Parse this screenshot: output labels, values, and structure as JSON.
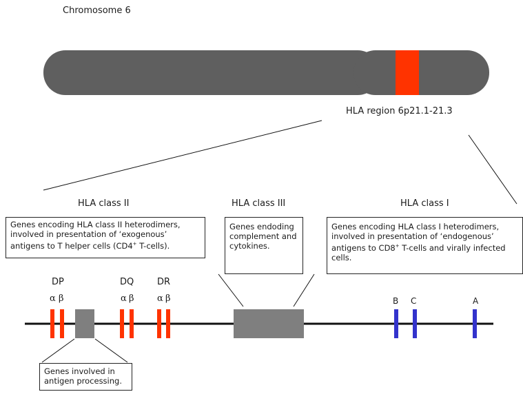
{
  "colors": {
    "chromosome": "#5f5f5f",
    "hla_band": "#ff3300",
    "class_ii_genes": "#ff3300",
    "class_i_genes": "#3333cc",
    "gray_block": "#7f7f7f",
    "line": "#111111"
  },
  "chromosome_label": "Chromosome 6",
  "hla_region_label": "HLA region 6p21.1-21.3",
  "class_headings": {
    "class_ii": "HLA class II",
    "class_iii": "HLA class III",
    "class_i": "HLA class I"
  },
  "boxes": {
    "class_ii": {
      "line1": "Genes encoding HLA class II heterodimers,",
      "line2": "involved in presentation of ‘exogenous’",
      "line3_pre": "antigens to T helper cells (CD4",
      "line3_sup": "+",
      "line3_post": " T-cells)."
    },
    "class_iii": {
      "line1": "Genes endoding",
      "line2": "complement and",
      "line3": "cytokines."
    },
    "class_i": {
      "line1": "Genes encoding HLA class I heterodimers,",
      "line2": "involved in presentation of ‘endogenous’",
      "line3_pre": "antigens to CD8",
      "line3_sup": "+",
      "line3_post": " T-cells and virally infected",
      "line4": "cells."
    },
    "processing": {
      "line1": "Genes involved in",
      "line2": "antigen processing."
    }
  },
  "gene_labels": {
    "dp": "DP",
    "dq": "DQ",
    "dr": "DR",
    "b": "B",
    "c": "C",
    "a": "A"
  },
  "subunits": {
    "alpha": "α",
    "beta": "β"
  }
}
